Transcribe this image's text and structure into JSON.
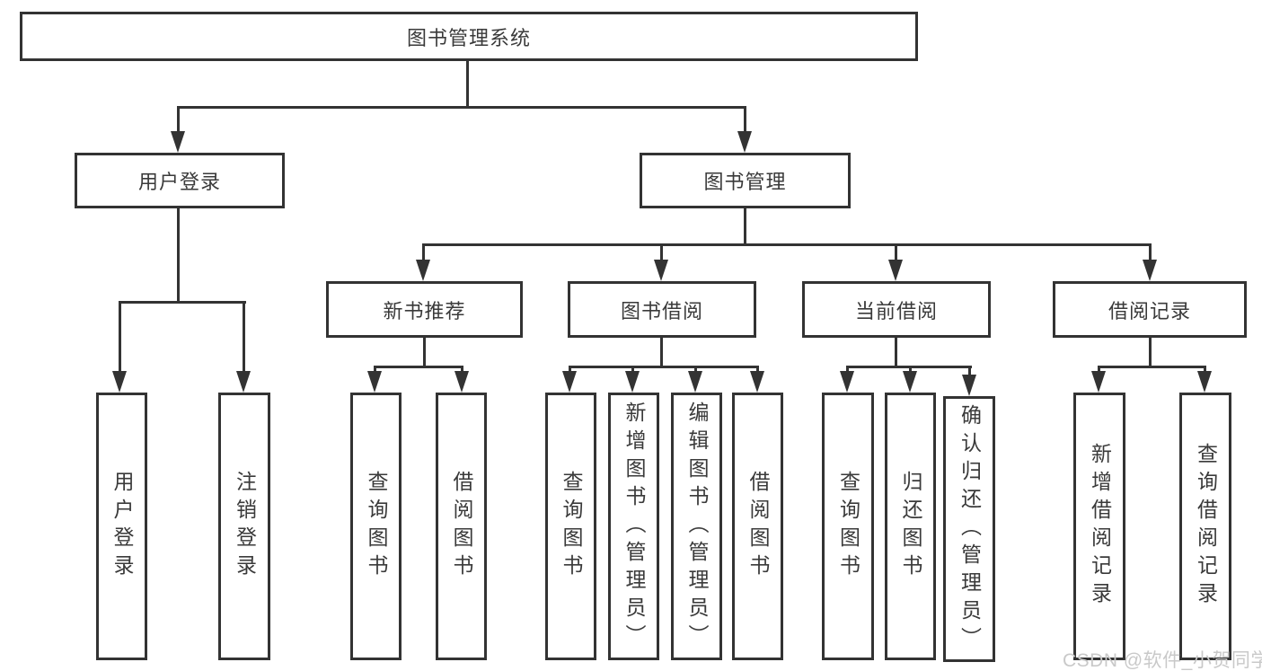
{
  "diagram": {
    "root": "图书管理系统",
    "branches": [
      {
        "label": "用户登录",
        "children": [
          "用户登录",
          "注销登录"
        ]
      },
      {
        "label": "图书管理",
        "sections": [
          {
            "label": "新书推荐",
            "children": [
              "查询图书",
              "借阅图书"
            ]
          },
          {
            "label": "图书借阅",
            "children": [
              "查询图书",
              "新增图书（管理员）",
              "编辑图书（管理员）",
              "借阅图书"
            ]
          },
          {
            "label": "当前借阅",
            "children": [
              "查询图书",
              "归还图书",
              "确认归还（管理员）"
            ]
          },
          {
            "label": "借阅记录",
            "children": [
              "新增借阅记录",
              "查询借阅记录"
            ]
          }
        ]
      }
    ],
    "watermark": "CSDN @软件_小贺同学"
  },
  "colors": {
    "line": "#333333",
    "text": "#3a3a3a",
    "watermark": "#c9c9c9",
    "background": "#ffffff"
  }
}
